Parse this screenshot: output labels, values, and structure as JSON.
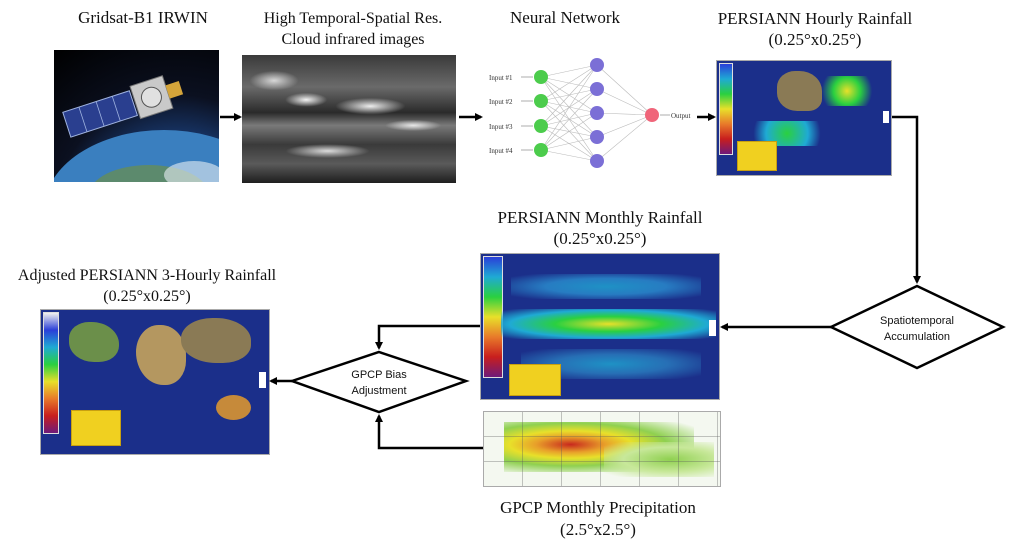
{
  "labels": {
    "gridsat": "Gridsat-B1 IRWIN",
    "cloud_line1": "High Temporal-Spatial Res.",
    "cloud_line2": "Cloud infrared images",
    "nn": "Neural Network",
    "hourly_line1": "PERSIANN Hourly Rainfall",
    "hourly_line2": "(0.25°x0.25°)",
    "monthly_line1": "PERSIANN Monthly Rainfall",
    "monthly_line2": "(0.25°x0.25°)",
    "adjusted_line1": "Adjusted PERSIANN 3-Hourly Rainfall",
    "adjusted_line2": "(0.25°x0.25°)",
    "gpcp_line1": "GPCP Monthly Precipitation",
    "gpcp_line2": "(2.5°x2.5°)"
  },
  "diamonds": {
    "accum_line1": "Spatiotemporal",
    "accum_line2": "Accumulation",
    "bias_line1": "GPCP  Bias",
    "bias_line2": "Adjustment"
  },
  "nn_inputs": [
    "Input #1",
    "Input #2",
    "Input #3",
    "Input #4"
  ],
  "nn_output": "Output",
  "colors": {
    "arrow": "#000000",
    "nn_input": "#4ccc4c",
    "nn_hidden": "#7b6fd6",
    "nn_output": "#f0657a",
    "map_ocean": "#1b2f8a",
    "map_land": "#7a6a4a"
  }
}
